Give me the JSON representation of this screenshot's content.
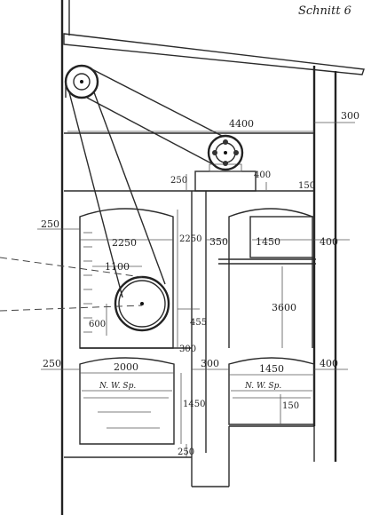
{
  "sheet_title": "Schnitt 6",
  "water_level_label": "N. W. Sp.",
  "dimensions": {
    "d4400": "4400",
    "d300_top": "300",
    "d250_upper": "250",
    "d400_small": "400",
    "d150_small": "150",
    "d250_left_upper": "250",
    "d2250_w": "2250",
    "d2250_h": "2250",
    "d350_mid": "350",
    "d1450_tank_top": "1450",
    "d400_right_upper": "400",
    "d1100": "1100",
    "d3600": "3600",
    "d600": "600",
    "d455": "455",
    "d300_mid": "300",
    "d250_left_lower": "250",
    "d2000": "2000",
    "d300_between": "300",
    "d1450_right": "1450",
    "d400_right_lower": "400",
    "d1450_vert": "1450",
    "d150_lower": "150",
    "d250_bottom": "250"
  }
}
